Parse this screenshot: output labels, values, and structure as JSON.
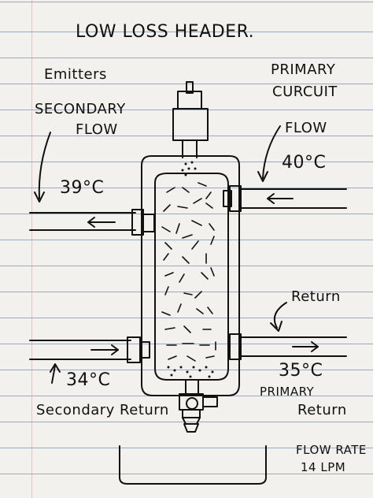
{
  "title": "LOW LOSS HEADER.",
  "labels": {
    "emitters": "Emitters",
    "primary_circuit_line1": "PRIMARY",
    "primary_circuit_line2": "CURCUIT",
    "secondary_flow_line1": "SECONDARY",
    "secondary_flow_line2": "FLOW",
    "primary_flow": "FLOW",
    "temp_secondary_flow": "39°C",
    "temp_primary_flow": "40°C",
    "return_label": "Return",
    "temp_secondary_return": "34°C",
    "temp_primary_return": "35°C",
    "secondary_return": "Secondary Return",
    "primary_return_line1": "PRIMARY",
    "primary_return_line2": "Return",
    "flow_rate_line1": "FLOW RATE",
    "flow_rate_line2": "14 LPM"
  },
  "colors": {
    "ink": "#111111",
    "paper": "#f3f1ee",
    "rule": "#9aa9bd"
  }
}
